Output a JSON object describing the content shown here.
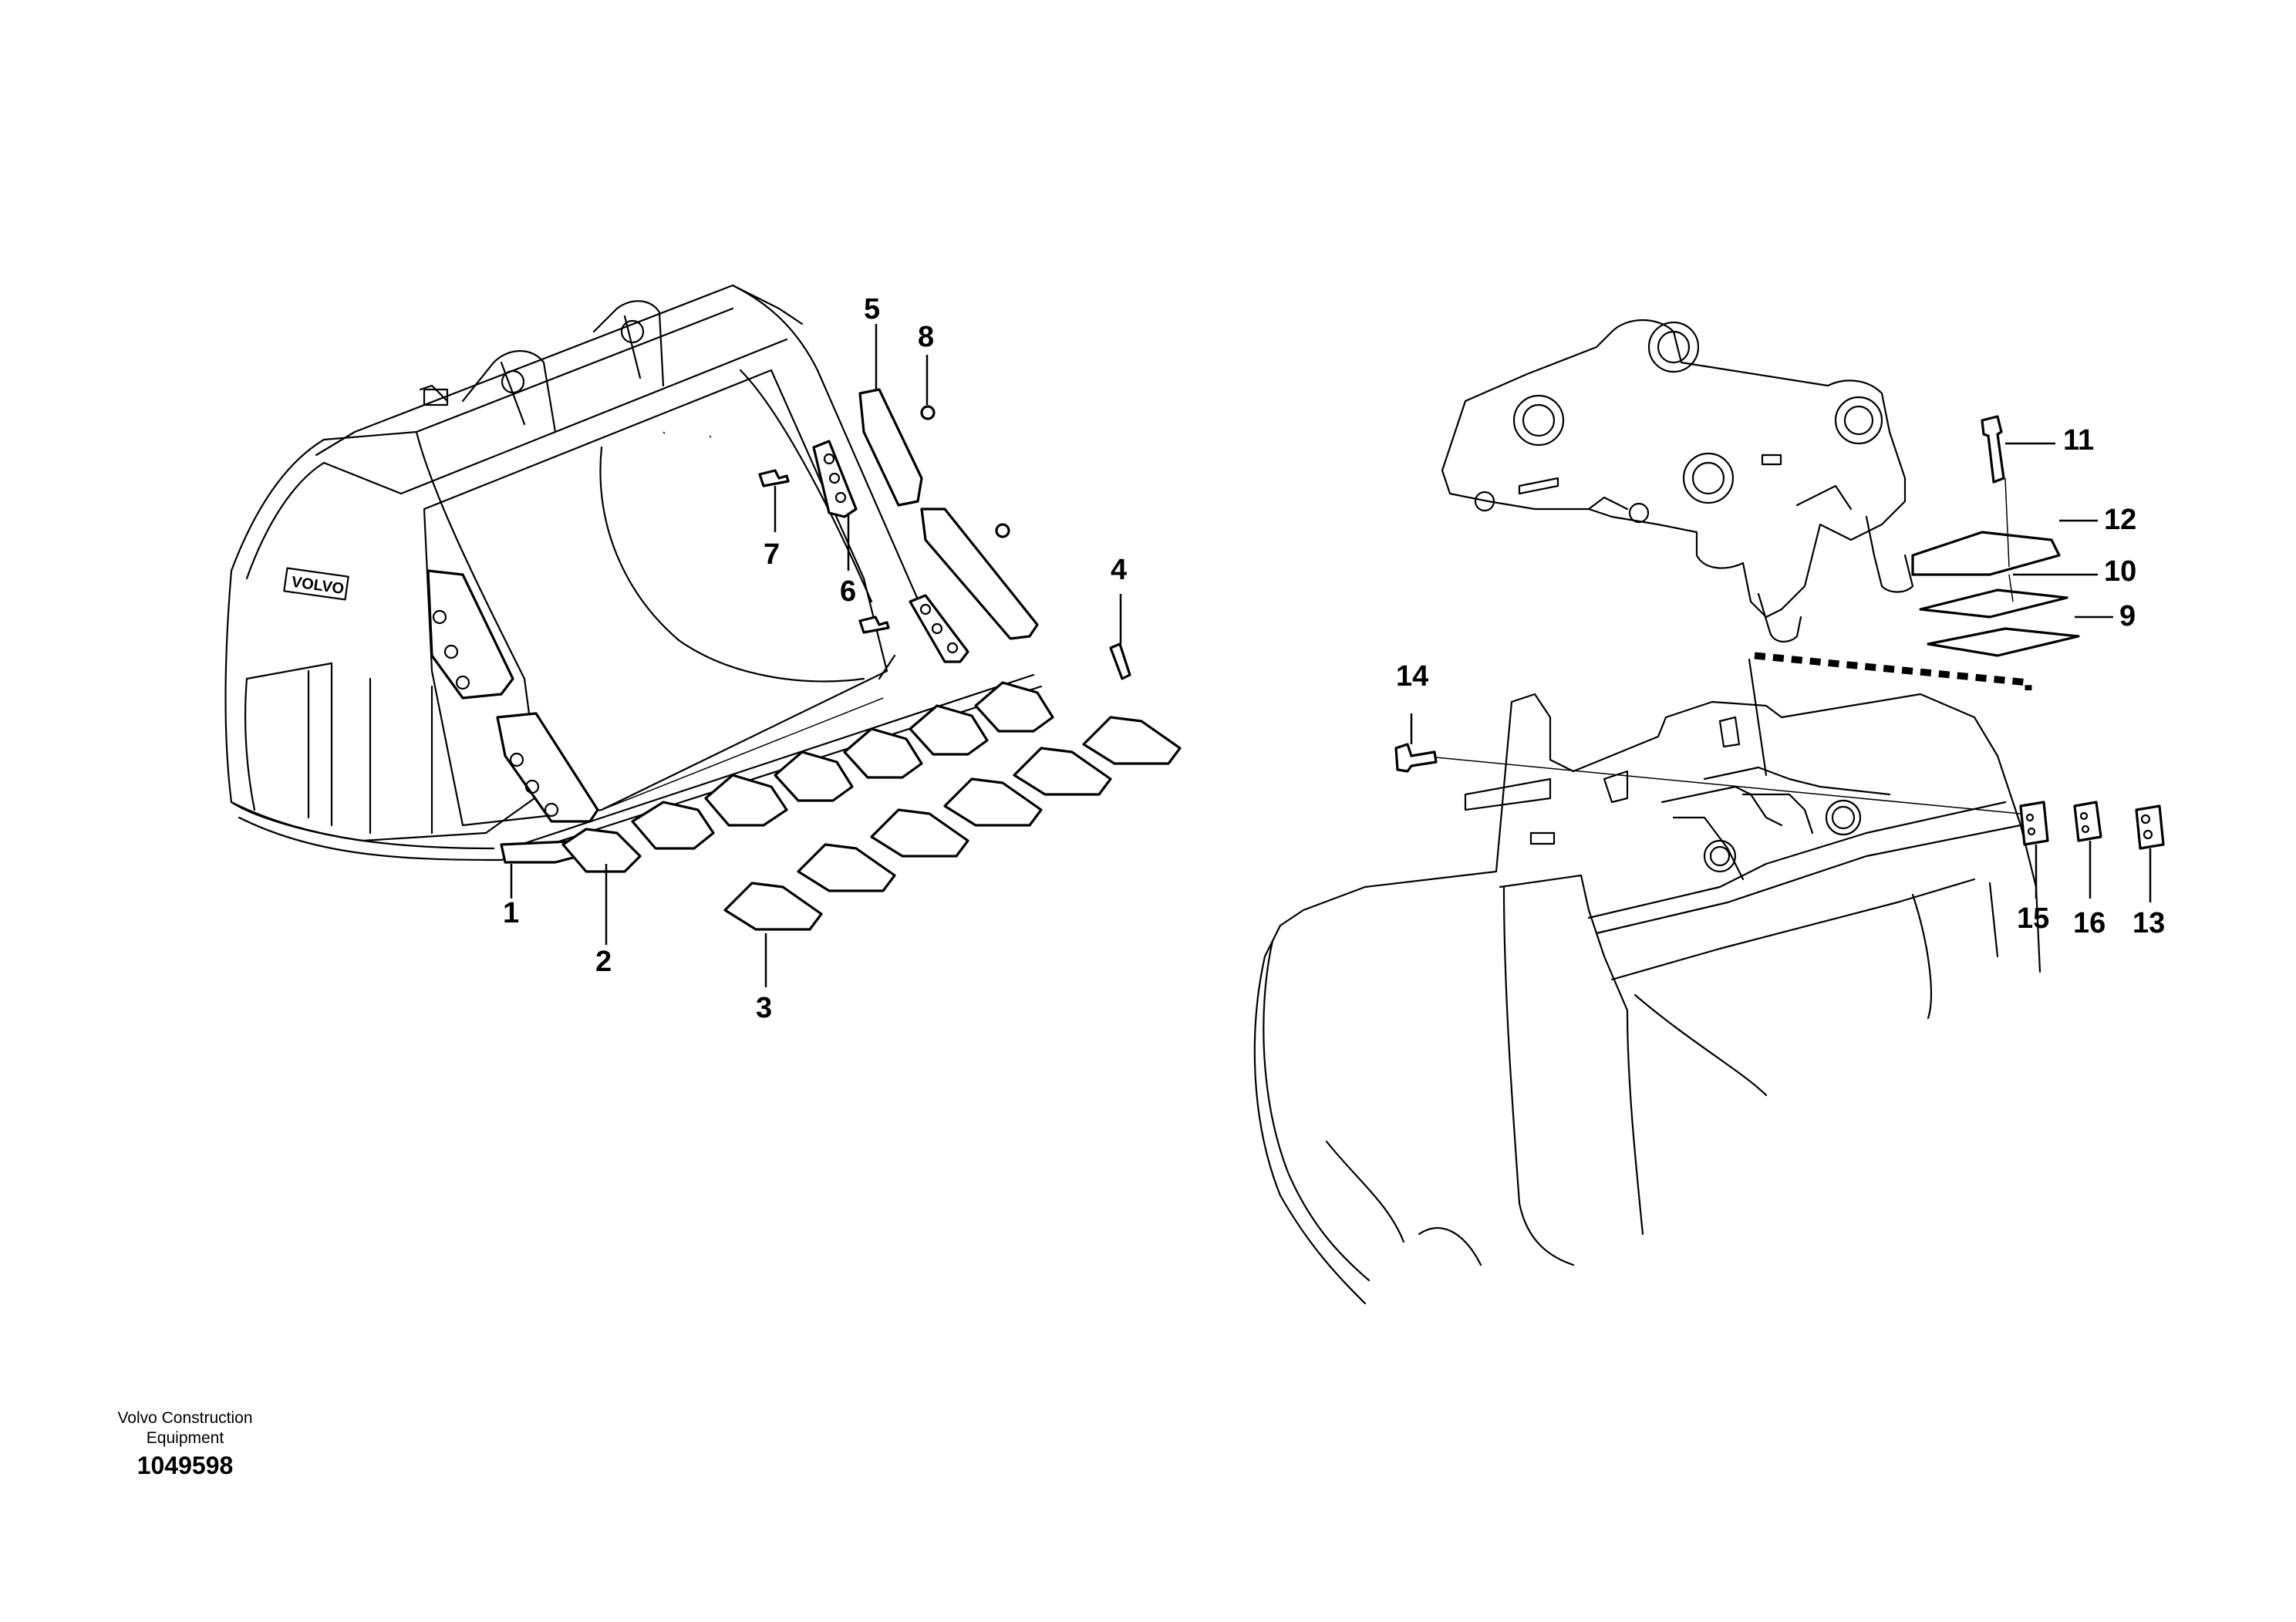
{
  "callouts": {
    "c1": "1",
    "c2": "2",
    "c3": "3",
    "c4": "4",
    "c5": "5",
    "c6": "6",
    "c7": "7",
    "c8": "8",
    "c9": "9",
    "c10": "10",
    "c11": "11",
    "c12": "12",
    "c13": "13",
    "c14": "14",
    "c15": "15",
    "c16": "16"
  },
  "footer": {
    "manufacturer_line1": "Volvo Construction",
    "manufacturer_line2": "Equipment",
    "drawing_number": "1049598"
  },
  "bucket": {
    "logo": "VOLVO"
  }
}
